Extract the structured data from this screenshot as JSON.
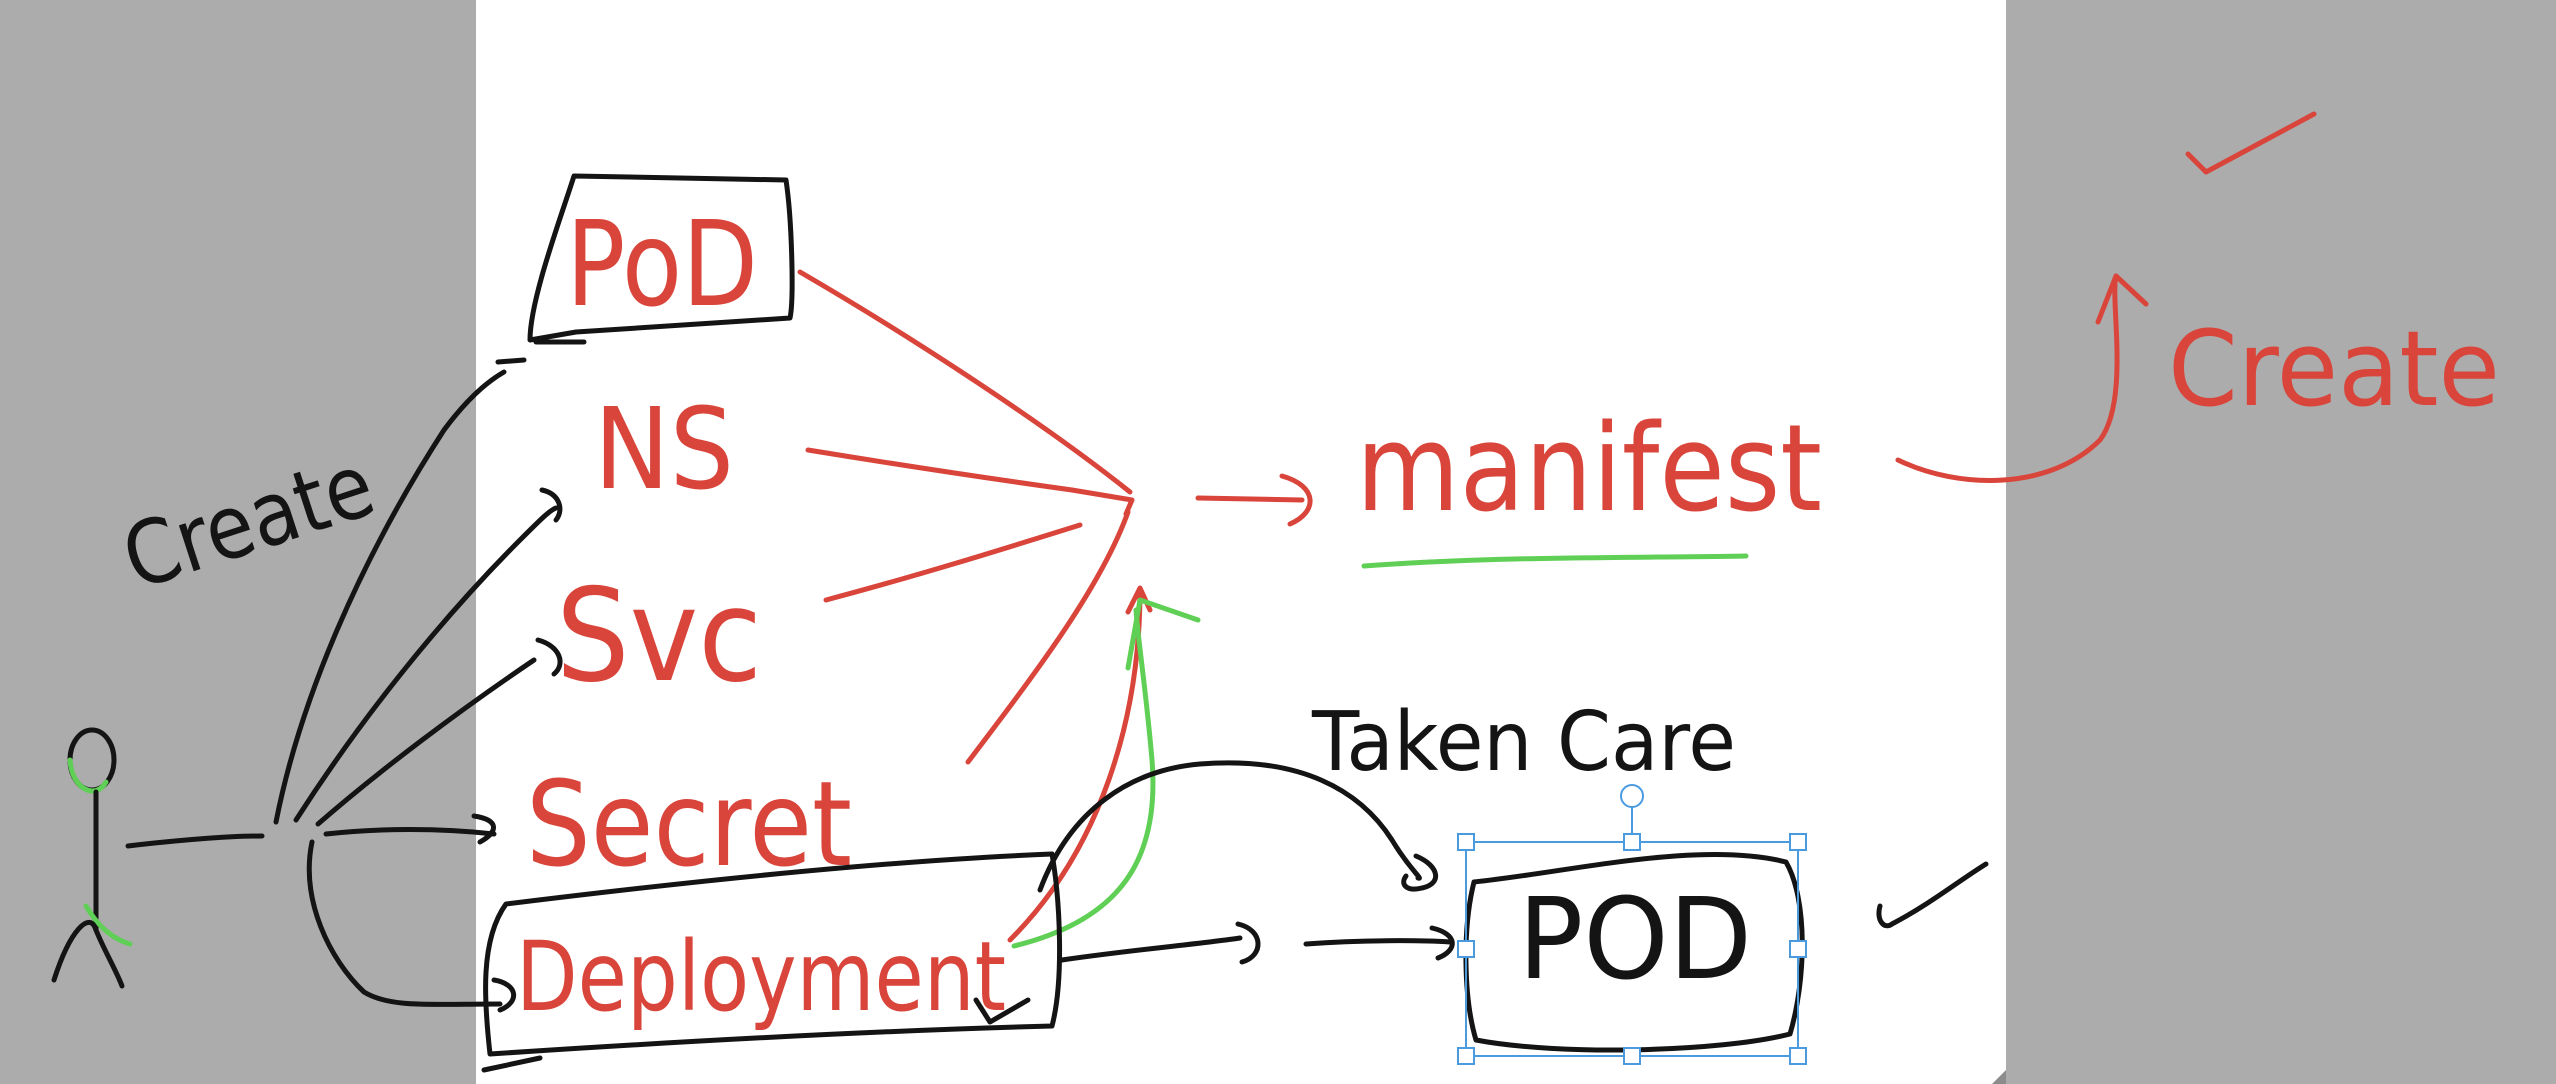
{
  "canvas": {
    "background_color": "#acacac",
    "page_color": "#ffffff",
    "ink_colors": {
      "red": "#d9453b",
      "black": "#141414",
      "green": "#5fcf55",
      "selection": "#4a9ae0"
    }
  },
  "labels": {
    "pod_top": "PoD",
    "ns": "NS",
    "svc": "Svc",
    "secret": "Secret",
    "deployment": "Deployment",
    "manifest": "manifest",
    "create_left": "Create",
    "create_right": "Create",
    "taken_care": "Taken Care",
    "pod_bottom": "POD"
  },
  "icons": {
    "stick_figure": "stick-figure-icon",
    "checkmark": "checkmark-icon",
    "rotate_handle": "rotate-handle-icon"
  },
  "selection": {
    "target": "pod_bottom",
    "active": true
  }
}
